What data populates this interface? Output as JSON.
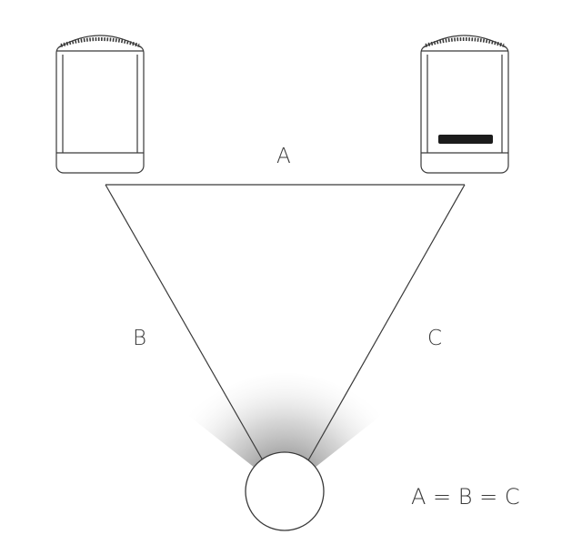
{
  "labels": {
    "a": "A",
    "b": "B",
    "c": "C",
    "equation": "A = B = C"
  },
  "colors": {
    "stroke": "#3a3a3a",
    "bar": "#1c1c1c",
    "cone_shadow": "#555555",
    "background": "#ffffff"
  },
  "icons": {
    "left_speaker": "speaker-icon",
    "right_speaker": "speaker-icon",
    "listener": "listener-head-icon"
  }
}
